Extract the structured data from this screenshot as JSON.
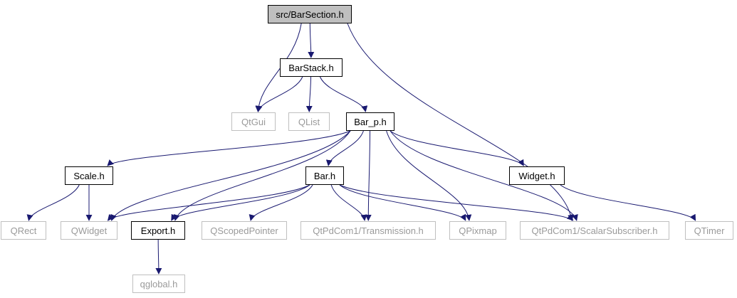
{
  "graph": {
    "colors": {
      "edge": "#191970",
      "root_fill": "#bfbfbf",
      "external_border": "#bfbfbf",
      "external_text": "#9a9a9a"
    },
    "nodes": {
      "barsection": {
        "label": "src/BarSection.h",
        "kind": "root"
      },
      "barstack": {
        "label": "BarStack.h",
        "kind": "local"
      },
      "qtgui": {
        "label": "QtGui",
        "kind": "external"
      },
      "qlist": {
        "label": "QList",
        "kind": "external"
      },
      "bar_p": {
        "label": "Bar_p.h",
        "kind": "local"
      },
      "scale": {
        "label": "Scale.h",
        "kind": "local"
      },
      "bar": {
        "label": "Bar.h",
        "kind": "local"
      },
      "widget": {
        "label": "Widget.h",
        "kind": "local"
      },
      "qrect": {
        "label": "QRect",
        "kind": "external"
      },
      "qwidget": {
        "label": "QWidget",
        "kind": "external"
      },
      "export": {
        "label": "Export.h",
        "kind": "local"
      },
      "qscopedpointer": {
        "label": "QScopedPointer",
        "kind": "external"
      },
      "transmission": {
        "label": "QtPdCom1/Transmission.h",
        "kind": "external"
      },
      "qpixmap": {
        "label": "QPixmap",
        "kind": "external"
      },
      "scalarsubscriber": {
        "label": "QtPdCom1/ScalarSubscriber.h",
        "kind": "external"
      },
      "qtimer": {
        "label": "QTimer",
        "kind": "external"
      },
      "qglobal": {
        "label": "qglobal.h",
        "kind": "external"
      }
    },
    "edges": [
      [
        "barsection",
        "barstack"
      ],
      [
        "barsection",
        "qtgui"
      ],
      [
        "barsection",
        "scalarsubscriber"
      ],
      [
        "barstack",
        "qtgui"
      ],
      [
        "barstack",
        "qlist"
      ],
      [
        "barstack",
        "bar_p"
      ],
      [
        "bar_p",
        "scale"
      ],
      [
        "bar_p",
        "bar"
      ],
      [
        "bar_p",
        "widget"
      ],
      [
        "bar_p",
        "qwidget"
      ],
      [
        "bar_p",
        "export"
      ],
      [
        "bar_p",
        "transmission"
      ],
      [
        "bar_p",
        "qpixmap"
      ],
      [
        "bar_p",
        "scalarsubscriber"
      ],
      [
        "scale",
        "qrect"
      ],
      [
        "scale",
        "qwidget"
      ],
      [
        "bar",
        "qwidget"
      ],
      [
        "bar",
        "export"
      ],
      [
        "bar",
        "qscopedpointer"
      ],
      [
        "bar",
        "transmission"
      ],
      [
        "bar",
        "qpixmap"
      ],
      [
        "bar",
        "scalarsubscriber"
      ],
      [
        "widget",
        "qtimer"
      ],
      [
        "export",
        "qglobal"
      ]
    ]
  }
}
